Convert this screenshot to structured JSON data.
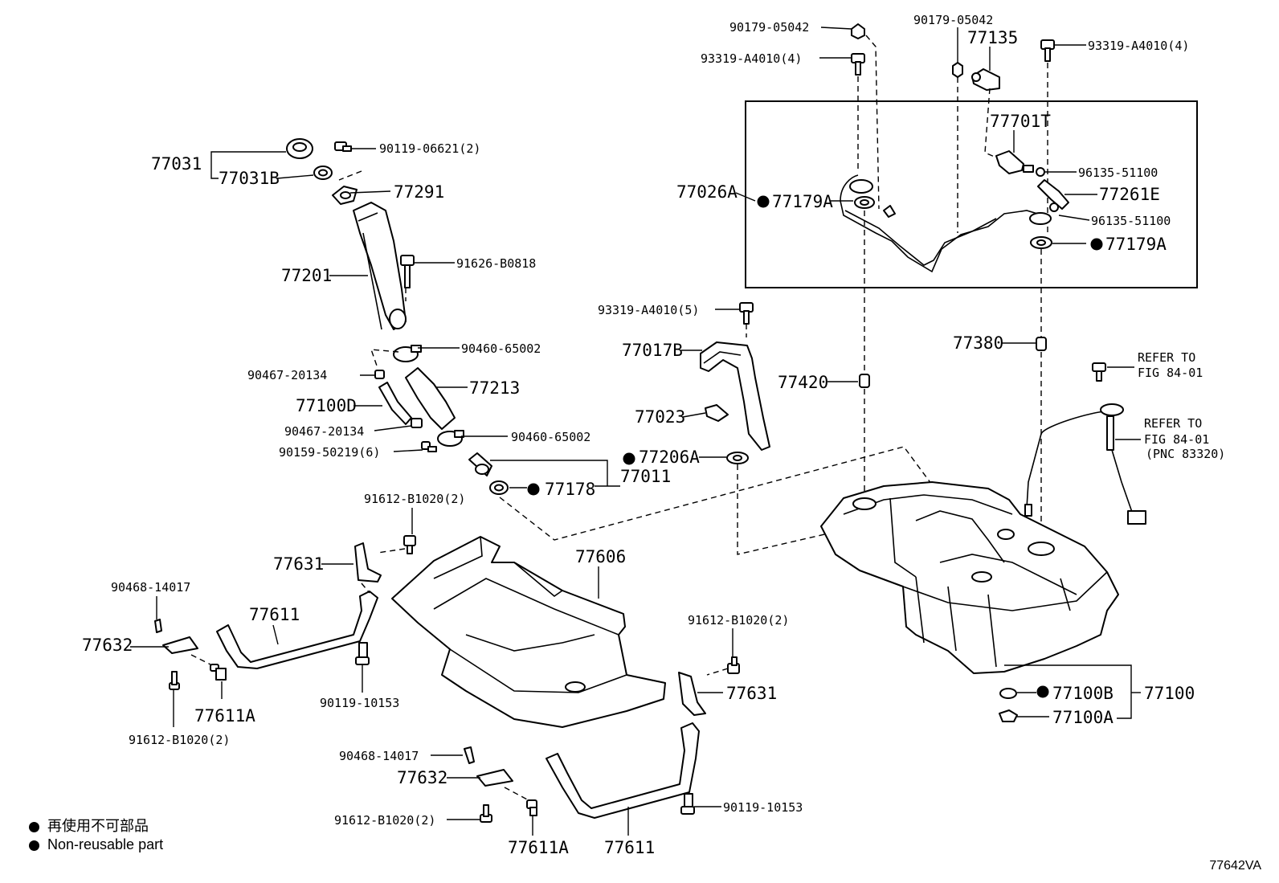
{
  "labels": {
    "p77031": "77031",
    "p77031b": "77031B",
    "p90119_06621": "90119-06621(2)",
    "p77291": "77291",
    "p77201": "77201",
    "p91626_b0818": "91626-B0818",
    "p90460_65002_a": "90460-65002",
    "p90467_20134_a": "90467-20134",
    "p77213": "77213",
    "p77100d": "77100D",
    "p90467_20134_b": "90467-20134",
    "p90460_65002_b": "90460-65002",
    "p90159_50219": "90159-50219(6)",
    "p77011": "77011",
    "p77178": "77178",
    "p91612_b1020_a": "91612-B1020(2)",
    "p77631_a": "77631",
    "p77606": "77606",
    "p90468_14017_a": "90468-14017",
    "p77611_a": "77611",
    "p77632_a": "77632",
    "p77611a_a": "77611A",
    "p90119_10153_a": "90119-10153",
    "p91612_b1020_b": "91612-B1020(2)",
    "p90179_05042_a": "90179-05042",
    "p90179_05042_b": "90179-05042",
    "p77135": "77135",
    "p93319_a4010_a": "93319-A4010(4)",
    "p93319_a4010_b": "93319-A4010(4)",
    "p77701t": "77701T",
    "p96135_51100_a": "96135-51100",
    "p77026a": "77026A",
    "p77179a_a": "77179A",
    "p77261e": "77261E",
    "p96135_51100_b": "96135-51100",
    "p77179a_b": "77179A",
    "p93319_a4010_c": "93319-A4010(5)",
    "p77017b": "77017B",
    "p77023": "77023",
    "p77206a": "77206A",
    "p77420": "77420",
    "p77380": "77380",
    "refer1_a": "REFER TO",
    "refer1_b": "FIG 84-01",
    "refer2_a": "REFER TO",
    "refer2_b": "FIG 84-01",
    "refer2_c": "(PNC 83320)",
    "p91612_b1020_c": "91612-B1020(2)",
    "p77631_b": "77631",
    "p77100b": "77100B",
    "p77100": "77100",
    "p77100a": "77100A",
    "p90468_14017_b": "90468-14017",
    "p77632_b": "77632",
    "p90119_10153_b": "90119-10153",
    "p91612_b1020_d": "91612-B1020(2)",
    "p77611a_b": "77611A",
    "p77611_b": "77611"
  },
  "legend": {
    "jp": "再使用不可部品",
    "en": "Non-reusable part"
  },
  "figure_code": "77642VA"
}
